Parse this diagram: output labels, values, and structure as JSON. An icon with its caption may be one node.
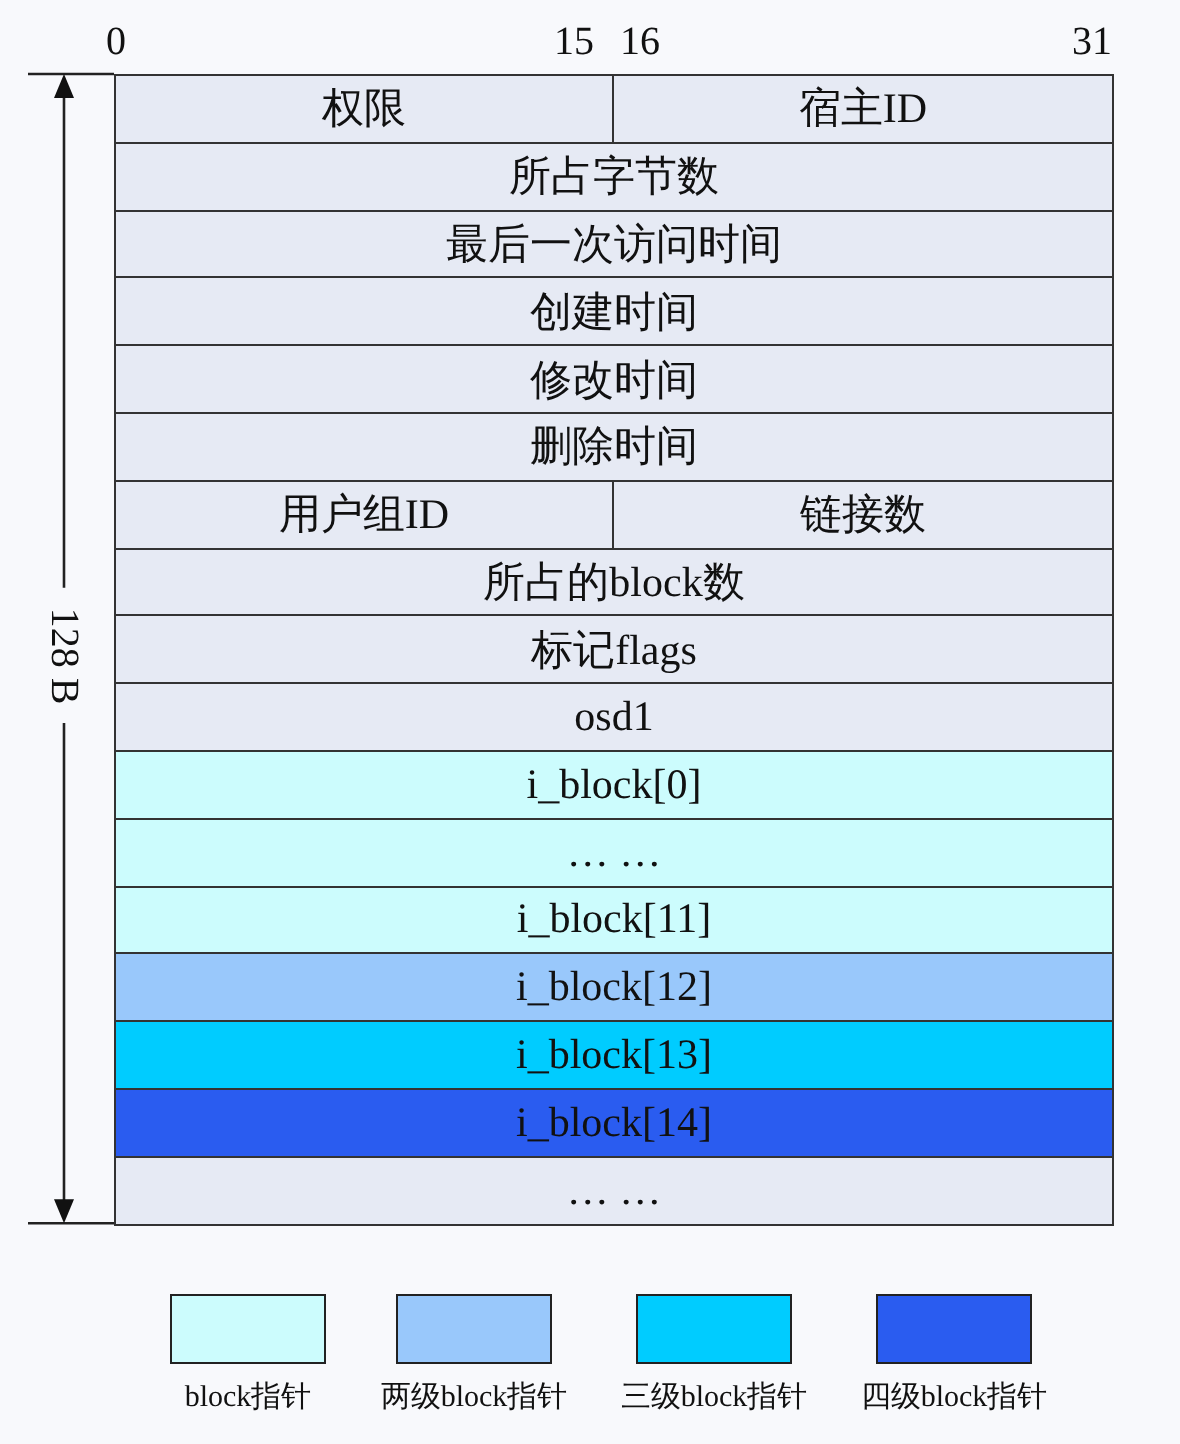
{
  "diagram": {
    "nodes": [
      {
        "text": [
          "权限"
        ]
      },
      {
        "text": [
          "宿主ID"
        ]
      },
      {
        "text": [
          "所占字节数"
        ]
      },
      {
        "text": [
          "最后一次访问时间"
        ]
      },
      {
        "text": [
          "创建时间"
        ]
      },
      {
        "text": [
          "修改时间"
        ]
      },
      {
        "text": [
          "删除时间"
        ]
      },
      {
        "text": [
          "用户组ID"
        ]
      },
      {
        "text": [
          "链接数"
        ]
      },
      {
        "text": [
          "所占的block数"
        ]
      },
      {
        "text": [
          "标记flags"
        ]
      },
      {
        "text": [
          "osd1"
        ]
      },
      {
        "text": [
          "i_block[0]"
        ]
      },
      {
        "text": [
          "… …"
        ]
      },
      {
        "text": [
          "i_block[11]"
        ]
      },
      {
        "text": [
          "i_block[12]"
        ]
      },
      {
        "text": [
          "i_block[13]"
        ]
      },
      {
        "text": [
          "i_block[14]"
        ]
      },
      {
        "text": [
          "… …"
        ]
      }
    ],
    "edges": [],
    "labels": [
      "0",
      "15",
      "16",
      "31",
      "128 B"
    ],
    "legend": [
      {
        "text": "block指针",
        "color": "#ccfcfd"
      },
      {
        "text": "两级block指针",
        "color": "#99c8fb"
      },
      {
        "text": "三级block指针",
        "color": "#00ccff"
      },
      {
        "text": "四级block指针",
        "color": "#2a5cf0"
      }
    ]
  }
}
